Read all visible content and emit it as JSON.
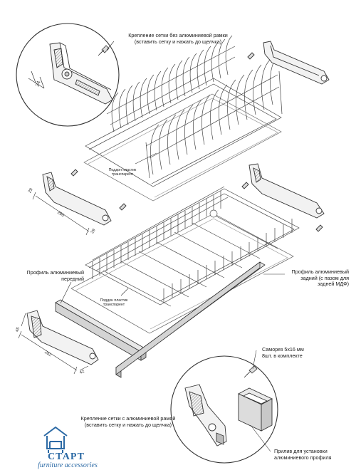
{
  "labels": {
    "top_clip_line1": "Крепление сетки без алюминиевой рамки",
    "top_clip_line2": "(вставить сетку и нажать до щелчка)",
    "tray_top_line1": "Поддон пластик",
    "tray_top_line2": "транспарент",
    "tray_bottom_line1": "Поддон пластик",
    "tray_bottom_line2": "транспарент",
    "front_profile_line1": "Профиль алюминиевый",
    "front_profile_line2": "передний",
    "rear_profile_line1": "Профиль алюминиевый",
    "rear_profile_line2": "задний (с пазом для",
    "rear_profile_line3": "задней МДФ)",
    "screw_line1": "Саморез 5х16 мм",
    "screw_line2": "8шт. в комплекте",
    "bottom_clip_line1": "Крепление сетки с алюминиевой рамой",
    "bottom_clip_line2": "(вставить сетку и нажать до щелчка)",
    "profile_lug_line1": "Прилив для установки",
    "profile_lug_line2": "алюминиевого профиля"
  },
  "dimensions": {
    "d24": "24",
    "d29": "29",
    "d280": "280",
    "d45": "45",
    "d282": "282",
    "d42": "42"
  },
  "logo": {
    "brand": "СТАРТ",
    "tagline": "furniture accessories",
    "color": "#2c6aa5"
  },
  "line_color": "#444444"
}
